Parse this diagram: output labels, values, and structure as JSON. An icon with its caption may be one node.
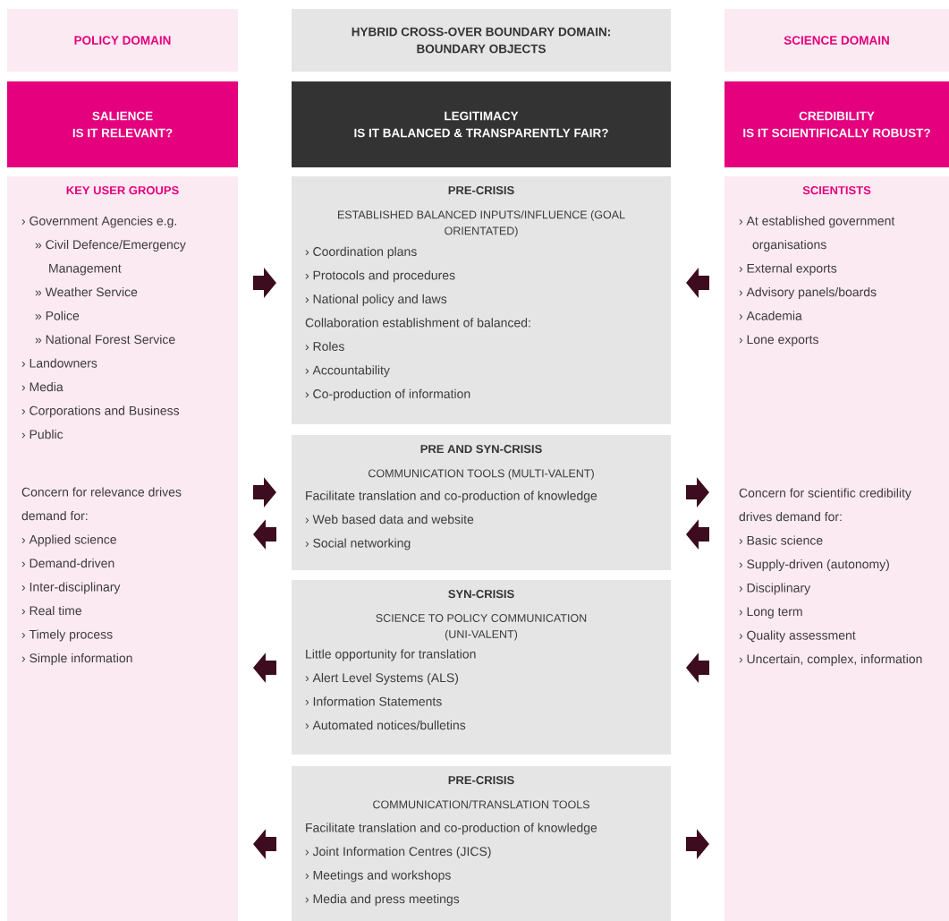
{
  "diagram": {
    "nodes": [
      {
        "text": [
          "POLICY DOMAIN"
        ]
      },
      {
        "text": [
          "HYBRID CROSS-OVER BOUNDARY DOMAIN:",
          "BOUNDARY OBJECTS"
        ]
      },
      {
        "text": [
          "SCIENCE DOMAIN"
        ]
      },
      {
        "text": [
          "SALIENCE",
          "IS IT RELEVANT?"
        ]
      },
      {
        "text": [
          "LEGITIMACY",
          "IS IT BALANCED & TRANSPARENTLY FAIR?"
        ]
      },
      {
        "text": [
          "CREDIBILITY",
          "IS IT SCIENTIFICALLY ROBUST?"
        ]
      },
      {
        "text": [
          "KEY USER GROUPS",
          "› Government Agencies e.g.",
          "» Civil Defence/Emergency Management",
          "» Weather Service",
          "» Police",
          "» National Forest Service",
          "› Landowners",
          "› Media",
          "› Corporations and Business",
          "› Public",
          "Concern for relevance drives demand for:",
          "› Applied science",
          "› Demand-driven",
          "› Inter-disciplinary",
          "› Real time",
          "› Timely process",
          "› Simple information"
        ]
      },
      {
        "text": [
          "PRE-CRISIS",
          "ESTABLISHED BALANCED INPUTS/INFLUENCE (GOAL ORIENTATED)",
          "› Coordination plans",
          "› Protocols and procedures",
          "› National policy and laws",
          "Collaboration establishment of balanced:",
          "› Roles",
          "› Accountability",
          "› Co-production of information"
        ]
      },
      {
        "text": [
          "PRE AND SYN-CRISIS",
          "COMMUNICATION TOOLS (MULTI-VALENT)",
          "Facilitate translation and co-production of knowledge",
          "› Web based data and website",
          "› Social networking"
        ]
      },
      {
        "text": [
          "SYN-CRISIS",
          "SCIENCE TO POLICY COMMUNICATION (UNI-VALENT)",
          "Little opportunity for translation",
          "› Alert Level Systems (ALS)",
          "› Information Statements",
          "› Automated notices/bulletins"
        ]
      },
      {
        "text": [
          "PRE-CRISIS",
          "COMMUNICATION/TRANSLATION TOOLS",
          "Facilitate translation and co-production of knowledge",
          "› Joint Information Centres (JICS)",
          "› Meetings and workshops",
          "› Media and press meetings"
        ]
      },
      {
        "text": [
          "SCIENTISTS",
          "› At established government organisations",
          "› External exports",
          "› Advisory panels/boards",
          "› Academia",
          "› Lone exports",
          "Concern for scientific credibility drives demand for:",
          "› Basic science",
          "› Supply-driven (autonomy)",
          "› Disciplinary",
          "› Long term",
          "› Quality assessment",
          "› Uncertain, complex, information"
        ]
      }
    ],
    "edges": [
      {
        "from": 6,
        "to": 7,
        "arrow": "to"
      },
      {
        "from": 11,
        "to": 7,
        "arrow": "to"
      },
      {
        "from": 6,
        "to": 8,
        "arrow": "to"
      },
      {
        "from": 8,
        "to": 6,
        "arrow": "to"
      },
      {
        "from": 8,
        "to": 11,
        "arrow": "to"
      },
      {
        "from": 11,
        "to": 8,
        "arrow": "to"
      },
      {
        "from": 9,
        "to": 6,
        "arrow": "to"
      },
      {
        "from": 11,
        "to": 9,
        "arrow": "to"
      },
      {
        "from": 10,
        "to": 6,
        "arrow": "to"
      },
      {
        "from": 10,
        "to": 11,
        "arrow": "to"
      }
    ]
  }
}
